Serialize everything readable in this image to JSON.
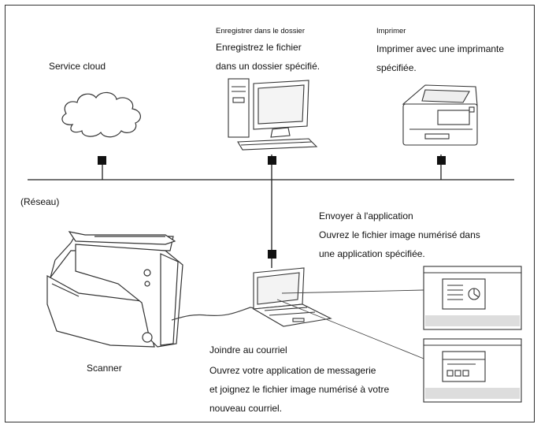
{
  "cloud": {
    "label": "Service cloud"
  },
  "folder": {
    "title": "Enregistrer dans le dossier",
    "line1": "Enregistrez le fichier",
    "line2": "dans un dossier spécifié."
  },
  "print": {
    "title": "Imprimer",
    "line1": "Imprimer avec une imprimante",
    "line2": "spécifiée."
  },
  "network": {
    "label": "(Réseau)"
  },
  "app": {
    "title": "Envoyer à l'application",
    "line1": "Ouvrez le fichier image numérisé dans",
    "line2": "une application spécifiée."
  },
  "scanner": {
    "label": "Scanner"
  },
  "mail": {
    "title": "Joindre au courriel",
    "line1": "Ouvrez votre application de messagerie",
    "line2": "et joignez le fichier image numérisé à votre",
    "line3": "nouveau courriel."
  }
}
